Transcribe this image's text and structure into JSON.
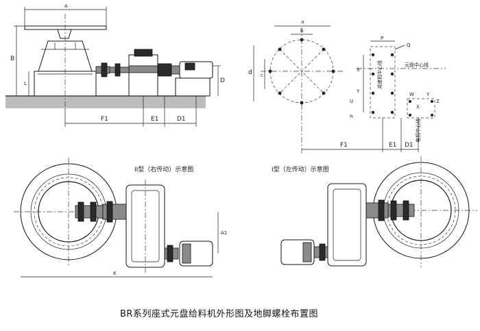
{
  "caption": "BR系列座式元盘给料机外形图及地脚螺栓布置图",
  "side_view": {
    "dim_A": "A",
    "dim_B": "B",
    "dim_L": "L",
    "dim_D": "D",
    "dim_F1": "F1",
    "dim_E1": "E1",
    "dim_D1": "D1"
  },
  "bolt_plan": {
    "dim_a": "a",
    "dim_b": "b",
    "dim_c": "c",
    "dim_d": "d",
    "dim_P": "P",
    "dim_Q": "Q",
    "dim_S": "S",
    "dim_U": "U",
    "dim_T": "T",
    "dim_h": "h",
    "dim_W": "W",
    "dim_X": "X",
    "dim_Y": "Y",
    "dim_Z": "Z",
    "center_label": "元盘中心线",
    "note_1": "减速机中心线",
    "note_2": "电机中心线",
    "dim_F1": "F1",
    "dim_E1": "E1",
    "dim_D1": "D1"
  },
  "type_right": {
    "title": "II型（右传动）示意图",
    "dim_A1": "A1",
    "dim_K": "K"
  },
  "type_left": {
    "title": "I型（左传动）示意图"
  }
}
